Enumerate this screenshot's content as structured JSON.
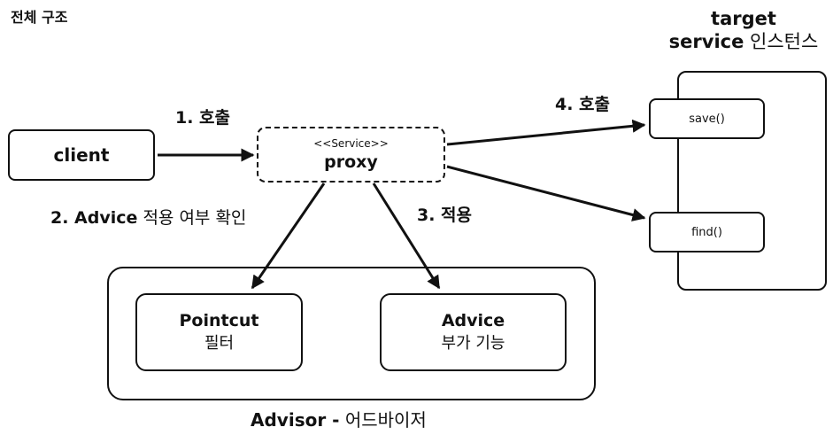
{
  "page_title": "전체 구조",
  "target_header": {
    "line1": "target",
    "line2_bold": "service",
    "line2_rest": " 인스턴스"
  },
  "client": {
    "label": "client"
  },
  "proxy": {
    "stereotype": "<<Service>>",
    "label": "proxy"
  },
  "methods": {
    "save": "save()",
    "find": "find()"
  },
  "steps": {
    "call1": "1. 호출",
    "check2_bold": "2. Advice",
    "check2_rest": " 적용 여부 확인",
    "apply3": "3. 적용",
    "call4": "4. 호출"
  },
  "advisor": {
    "caption_bold": "Advisor -",
    "caption_rest": " 어드바이저",
    "pointcut": {
      "title": "Pointcut",
      "subtitle": "필터"
    },
    "advice": {
      "title": "Advice",
      "subtitle": "부가 기능"
    }
  },
  "colors": {
    "stroke": "#111111",
    "background": "#ffffff"
  }
}
